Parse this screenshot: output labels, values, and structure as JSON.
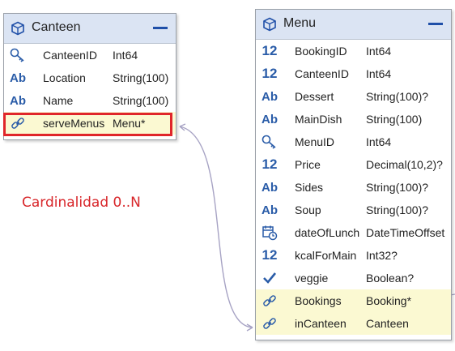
{
  "annotation": "Cardinalidad 0..N",
  "colors": {
    "header_bg": "#dbe4f3",
    "icon_blue": "#2a5ca8",
    "nav_row_bg": "#fbf9d2",
    "highlight": "#e0262b",
    "connector": "#a7a3c4"
  },
  "canteen": {
    "title": "Canteen",
    "icon": "entity-cube-icon",
    "collapse_icon": "collapse-icon",
    "rows": [
      {
        "icon": "key-icon",
        "name": "CanteenID",
        "type": "Int64"
      },
      {
        "icon": "text-ab-icon",
        "name": "Location",
        "type": "String(100)"
      },
      {
        "icon": "text-ab-icon",
        "name": "Name",
        "type": "String(100)"
      },
      {
        "icon": "link-icon",
        "name": "serveMenus",
        "type": "Menu*"
      }
    ]
  },
  "menu": {
    "title": "Menu",
    "icon": "entity-cube-icon",
    "collapse_icon": "collapse-icon",
    "rows": [
      {
        "icon": "number-12-icon",
        "name": "BookingID",
        "type": "Int64"
      },
      {
        "icon": "number-12-icon",
        "name": "CanteenID",
        "type": "Int64"
      },
      {
        "icon": "text-ab-icon",
        "name": "Dessert",
        "type": "String(100)?"
      },
      {
        "icon": "text-ab-icon",
        "name": "MainDish",
        "type": "String(100)"
      },
      {
        "icon": "key-icon",
        "name": "MenuID",
        "type": "Int64"
      },
      {
        "icon": "number-12-icon",
        "name": "Price",
        "type": "Decimal(10,2)?"
      },
      {
        "icon": "text-ab-icon",
        "name": "Sides",
        "type": "String(100)?"
      },
      {
        "icon": "text-ab-icon",
        "name": "Soup",
        "type": "String(100)?"
      },
      {
        "icon": "calendar-clock-icon",
        "name": "dateOfLunch",
        "type": "DateTimeOffset"
      },
      {
        "icon": "number-12-icon",
        "name": "kcalForMain",
        "type": "Int32?"
      },
      {
        "icon": "checkmark-icon",
        "name": "veggie",
        "type": "Boolean?"
      },
      {
        "icon": "link-icon",
        "name": "Bookings",
        "type": "Booking*"
      },
      {
        "icon": "link-icon",
        "name": "inCanteen",
        "type": "Canteen"
      }
    ]
  }
}
